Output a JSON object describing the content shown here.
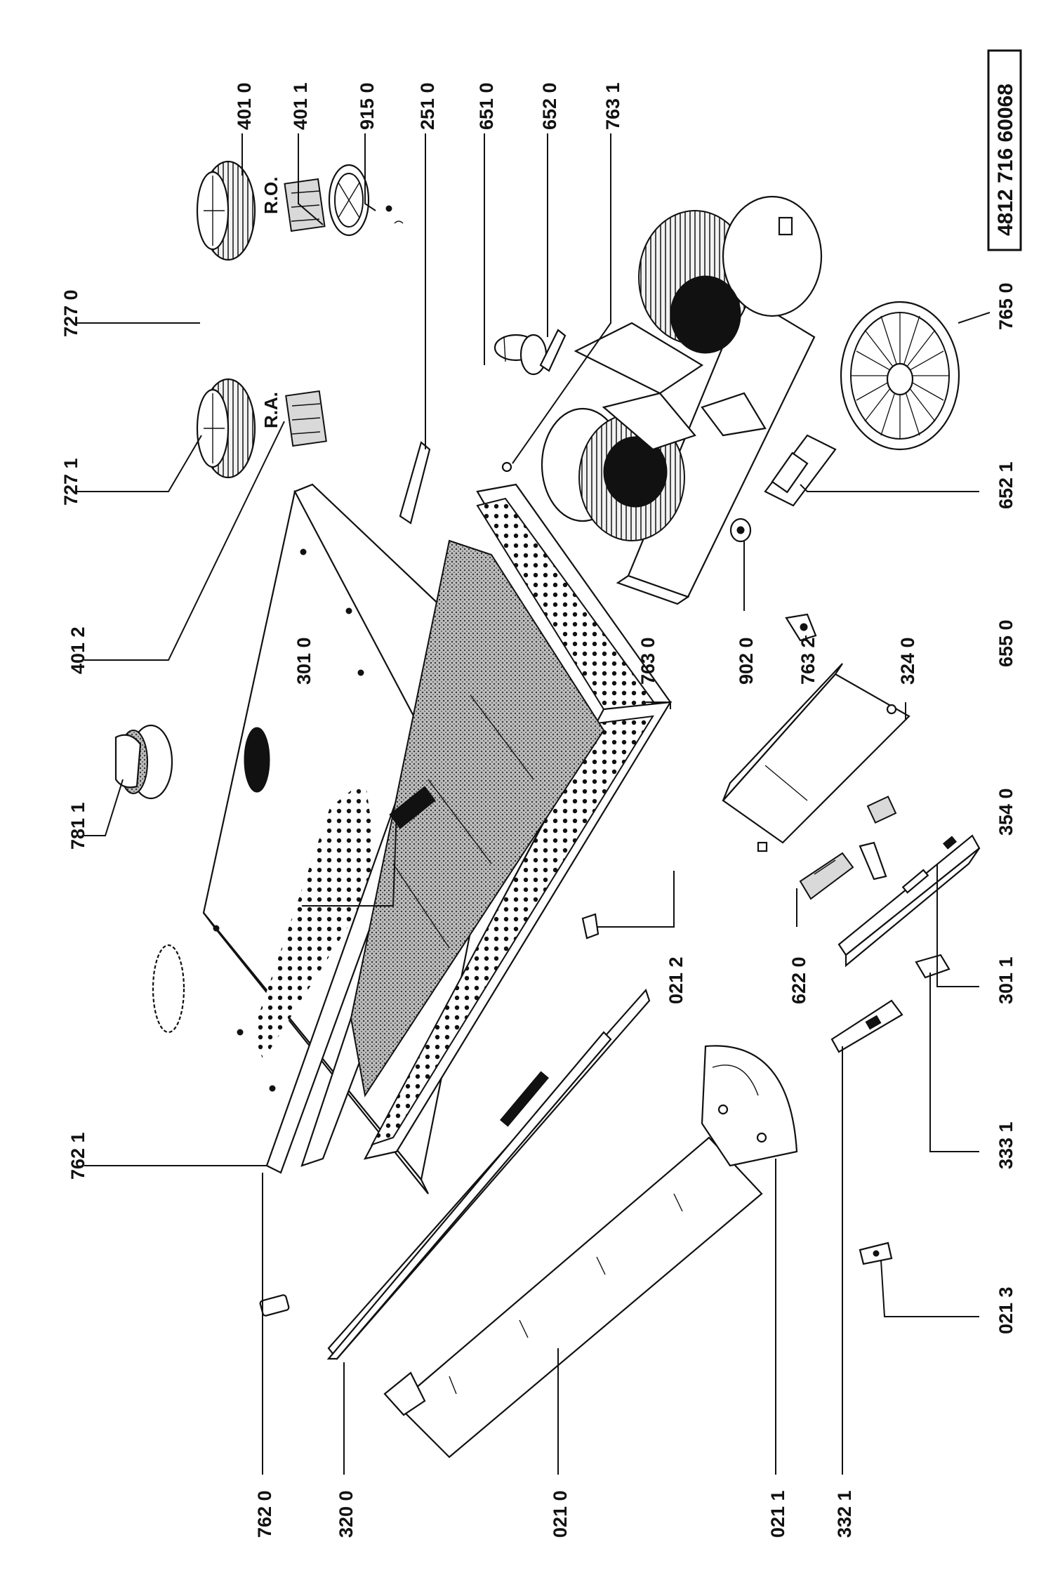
{
  "document_code": "4812 716 60068",
  "labels": {
    "l7270": "727 0",
    "l7271": "727 1",
    "l4012": "401 2",
    "l7811": "781 1",
    "l7621": "762 1",
    "l7620": "762 0",
    "l3200": "320 0",
    "l0210": "021 0",
    "l0211": "021 1",
    "l3321": "332 1",
    "l0213": "021 3",
    "l3331": "333 1",
    "l3011": "301 1",
    "l3540": "354 0",
    "l6550": "655 0",
    "l3240": "324 0",
    "l6220": "622 0",
    "l0212": "021 2",
    "l3010": "301 0",
    "l7630": "763 0",
    "l7632": "763 2",
    "l9020": "902 0",
    "l6521": "652 1",
    "l7650": "765 0",
    "l4010": "401 0",
    "l4011": "401 1",
    "l9150": "915 0",
    "l2510": "251 0",
    "l6510": "651 0",
    "l6520": "652 0",
    "l7631": "763 1"
  },
  "filter_tags": {
    "ro": "R.O.",
    "ra": "R.A."
  }
}
